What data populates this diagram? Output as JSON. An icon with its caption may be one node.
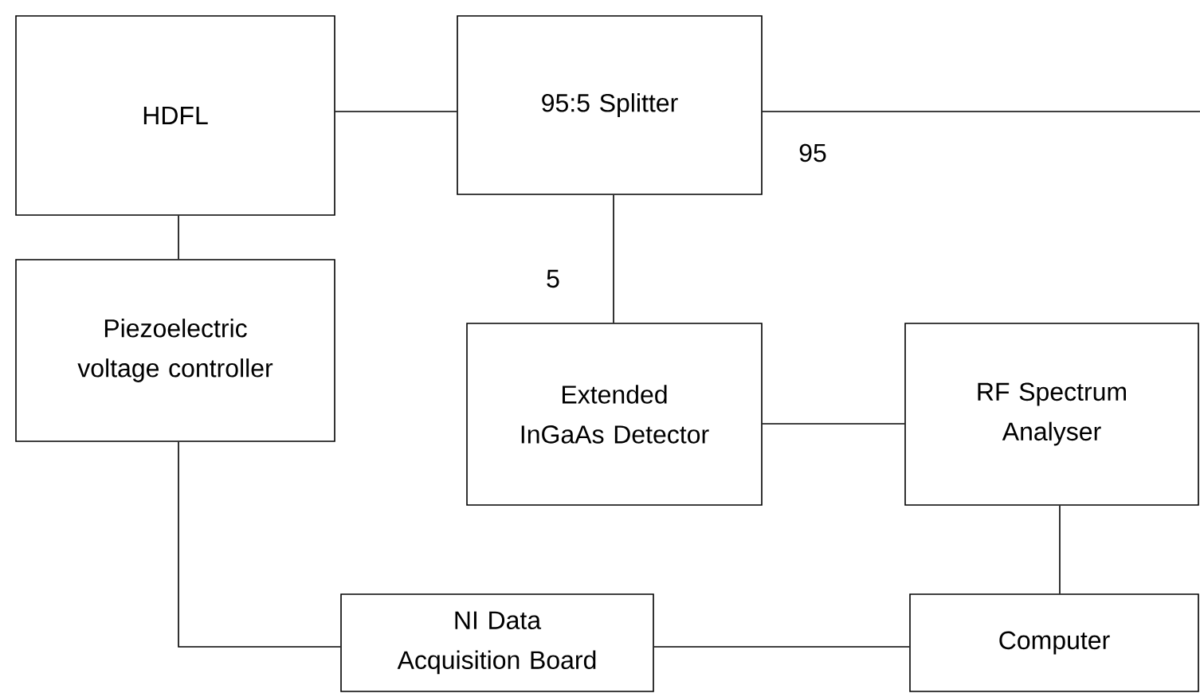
{
  "diagram": {
    "nodes": [
      {
        "text": [
          "HDFL"
        ]
      },
      {
        "text": [
          "95:5 Splitter"
        ]
      },
      {
        "text": [
          "Piezoelectric voltage controller"
        ]
      },
      {
        "text": [
          "Extended InGaAs Detector"
        ]
      },
      {
        "text": [
          "RF Spectrum Analyser"
        ]
      },
      {
        "text": [
          "NI Data Acquisition Board"
        ]
      },
      {
        "text": [
          "Computer"
        ]
      }
    ],
    "edges": [
      {
        "from": 0,
        "to": 1,
        "arrow": "none"
      },
      {
        "from": 0,
        "to": 2,
        "arrow": "none"
      },
      {
        "from": 1,
        "to": 3,
        "arrow": "none",
        "label": "5"
      },
      {
        "from": 1,
        "to": null,
        "arrow": "none",
        "label": "95"
      },
      {
        "from": 3,
        "to": 4,
        "arrow": "none"
      },
      {
        "from": 4,
        "to": 6,
        "arrow": "none"
      },
      {
        "from": 2,
        "to": 5,
        "arrow": "none"
      },
      {
        "from": 5,
        "to": 6,
        "arrow": "none"
      }
    ]
  }
}
